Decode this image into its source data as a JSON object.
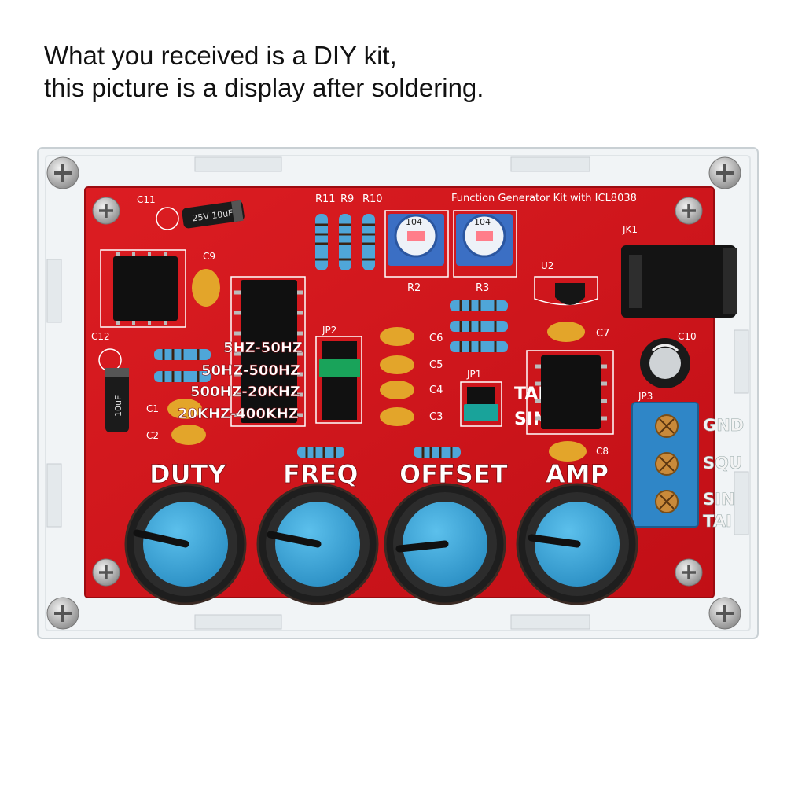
{
  "caption": {
    "line1": "What you received is a DIY kit,",
    "line2": "this picture is a display after soldering."
  },
  "board": {
    "title": "Function Generator Kit with ICL8038",
    "colors": {
      "pcb": "#d4141a",
      "acrylic": "#eef2f4",
      "knob": "#3aa7dc",
      "capacitor": "#e3a52a"
    },
    "resistor_labels": [
      "R11",
      "R9",
      "R10"
    ],
    "trimpot_labels": [
      "R2",
      "R3"
    ],
    "trimpot_values": [
      "104",
      "104"
    ],
    "component_labels": {
      "c11": "C11",
      "c9": "C9",
      "c12": "C12",
      "c1": "C1",
      "c2": "C2",
      "c3": "C3",
      "c4": "C4",
      "c5": "C5",
      "c6": "C6",
      "c7": "C7",
      "c8": "C8",
      "c10": "C10",
      "jp1": "JP1",
      "jp2": "JP2",
      "jp3": "JP3",
      "jk1": "JK1",
      "u2": "U2"
    },
    "cap_c11_text": "25V 10uF",
    "cap_c12_text": "10uF",
    "ranges": [
      "5HZ-50HZ",
      "50HZ-500HZ",
      "500HZ-20KHZ",
      "20KHZ-400KHZ"
    ],
    "wave_select": [
      "TAI",
      "SIN"
    ],
    "outputs": [
      "GND",
      "SQU",
      "SIN",
      "TAI"
    ],
    "knobs": [
      "DUTY",
      "FREQ",
      "OFFSET",
      "AMP"
    ]
  }
}
